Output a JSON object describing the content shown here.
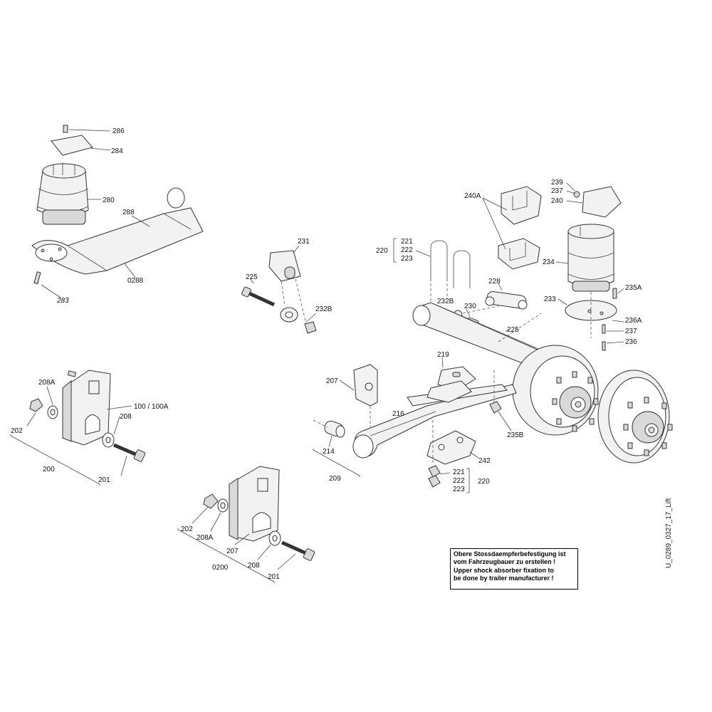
{
  "labels": {
    "l286": "286",
    "l284": "284",
    "l280": "280",
    "l288": "288",
    "l0288": "0288",
    "l283": "283",
    "l231": "231",
    "l225a": "225",
    "l232b_a": "232B",
    "l208a_a": "208A",
    "l202_a": "202",
    "l100": "100 / 100A",
    "l208_a": "208",
    "l200": "200",
    "l201_a": "201",
    "l202_b": "202",
    "l208a_b": "208A",
    "l207_b": "207",
    "l0200": "0200",
    "l208_b": "208",
    "l201_b": "201",
    "l220_top": "220",
    "l221_top": "221",
    "l222_top": "222",
    "l223_top": "223",
    "l232b_b": "232B",
    "l230": "230",
    "l228": "228",
    "l225b": "225",
    "l240a": "240A",
    "l239": "239",
    "l237_top": "237",
    "l240": "240",
    "l234": "234",
    "l233": "233",
    "l235a": "235A",
    "l236a": "236A",
    "l237_bot": "237",
    "l236": "236",
    "l219": "219",
    "l207_c": "207",
    "l216": "216",
    "l235b": "235B",
    "l214": "214",
    "l209": "209",
    "l242": "242",
    "l221_bot": "221",
    "l222_bot": "222",
    "l223_bot": "223",
    "l220_bot": "220"
  },
  "notice": {
    "line1": "Obere Stossdaempferbefestigung ist",
    "line2": "vom Fahrzeugbauer zu erstellen !",
    "line3": "Upper shock absorber fixation to",
    "line4": "be done by trailer manufacturer !"
  },
  "drawing_code": "U_0289_0327_17_Lift"
}
